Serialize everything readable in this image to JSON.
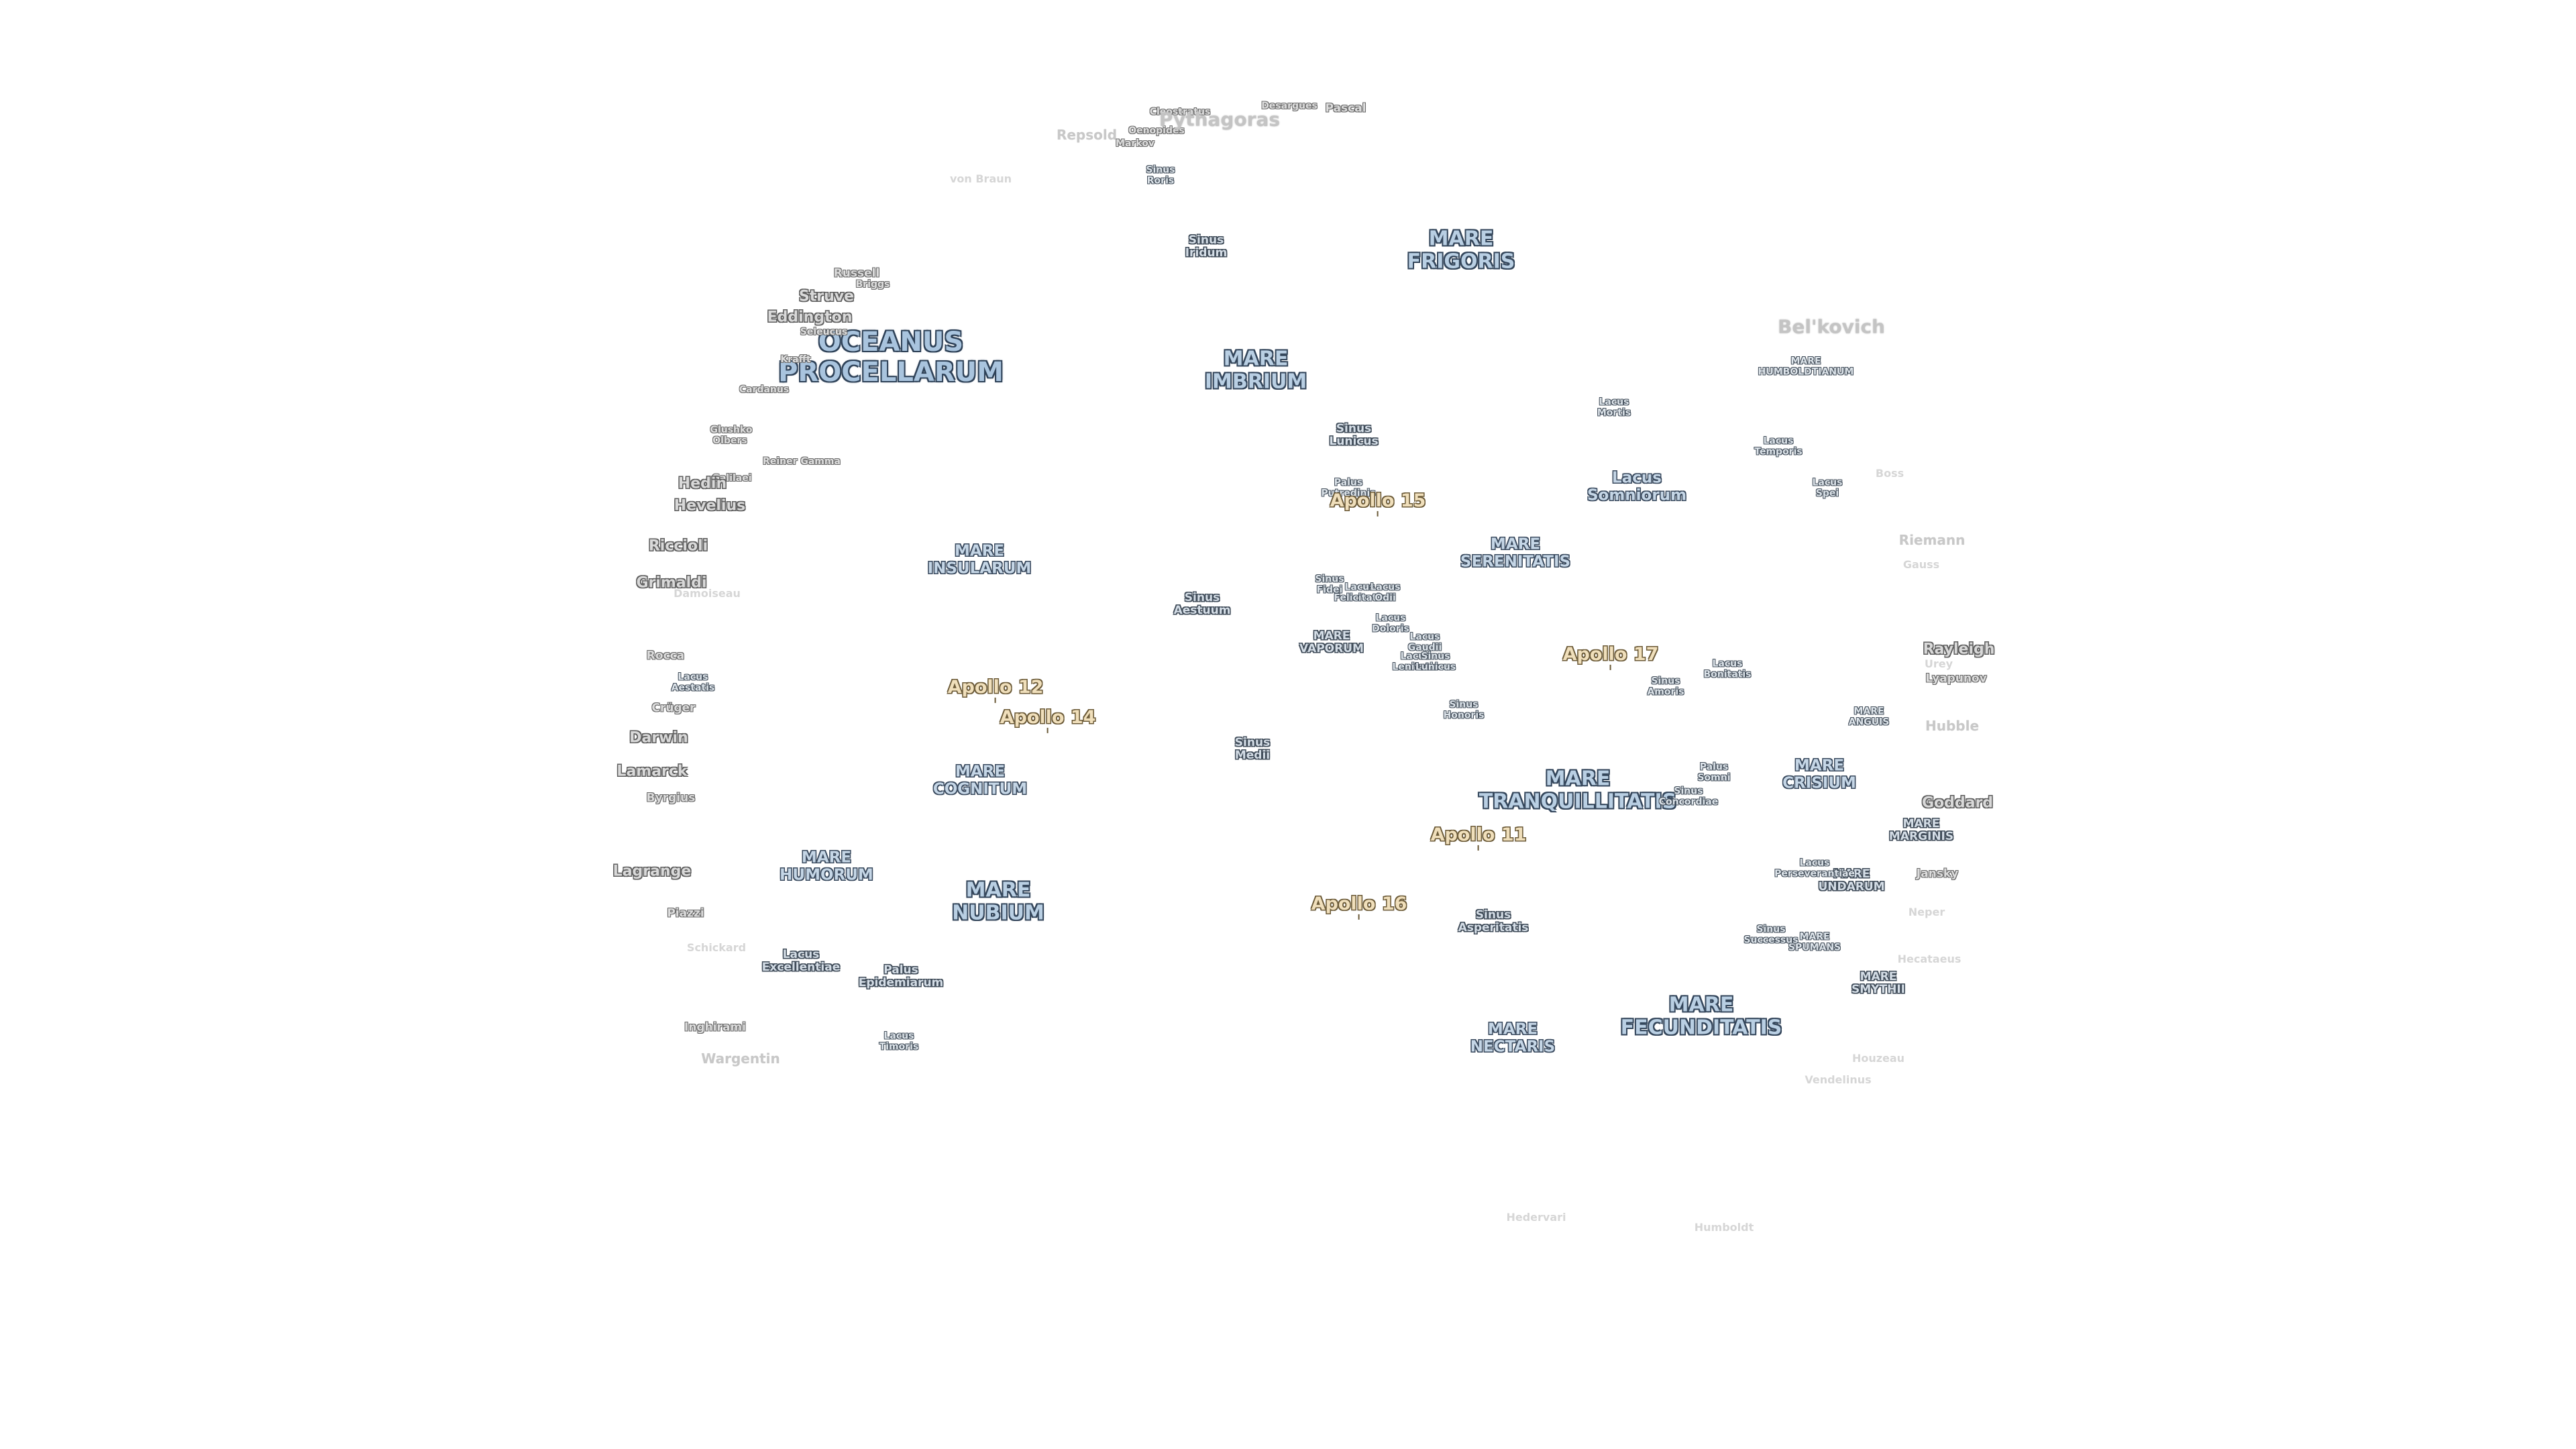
{
  "labels": [
    {
      "lines": [
        "OCEANUS",
        "PROCELLARUM"
      ],
      "cls": "mare-xl",
      "key": "mare-oceanus-procellarum"
    },
    {
      "lines": [
        "MARE",
        "FRIGORIS"
      ],
      "cls": "mare-lg",
      "key": "mare-frigoris"
    },
    {
      "lines": [
        "MARE",
        "IMBRIUM"
      ],
      "cls": "mare-lg",
      "key": "mare-imbrium"
    },
    {
      "lines": [
        "MARE",
        "SERENITATIS"
      ],
      "cls": "mare-md",
      "key": "mare-serenitatis"
    },
    {
      "lines": [
        "MARE",
        "TRANQUILLITATIS"
      ],
      "cls": "mare-lg",
      "key": "mare-tranquillitatis"
    },
    {
      "lines": [
        "MARE",
        "FECUNDITATIS"
      ],
      "cls": "mare-lg",
      "key": "mare-fecunditatis"
    },
    {
      "lines": [
        "MARE",
        "NUBIUM"
      ],
      "cls": "mare-lg",
      "key": "mare-nubium"
    },
    {
      "lines": [
        "MARE",
        "INSULARUM"
      ],
      "cls": "mare-md",
      "key": "mare-insularum"
    },
    {
      "lines": [
        "MARE",
        "COGNITUM"
      ],
      "cls": "mare-md",
      "key": "mare-cognitum"
    },
    {
      "lines": [
        "MARE",
        "HUMORUM"
      ],
      "cls": "mare-md",
      "key": "mare-humorum"
    },
    {
      "lines": [
        "MARE",
        "CRISIUM"
      ],
      "cls": "mare-md",
      "key": "mare-crisium"
    },
    {
      "lines": [
        "MARE",
        "NECTARIS"
      ],
      "cls": "mare-md",
      "key": "mare-nectaris"
    },
    {
      "lines": [
        "MARE",
        "MARGINIS"
      ],
      "cls": "feat",
      "key": "mare-marginis"
    },
    {
      "lines": [
        "MARE",
        "UNDARUM"
      ],
      "cls": "feat",
      "key": "mare-undarum"
    },
    {
      "lines": [
        "MARE",
        "SMYTHII"
      ],
      "cls": "feat",
      "key": "mare-smythii"
    },
    {
      "lines": [
        "MARE",
        "SPUMANS"
      ],
      "cls": "feat-sm",
      "key": "mare-spumans"
    },
    {
      "lines": [
        "MARE",
        "ANGUIS"
      ],
      "cls": "feat-sm",
      "key": "mare-anguis"
    },
    {
      "lines": [
        "MARE",
        "HUMBOLDTIANUM"
      ],
      "cls": "feat-sm",
      "key": "mare-humboldtianum"
    },
    {
      "lines": [
        "MARE",
        "VAPORUM"
      ],
      "cls": "feat",
      "key": "mare-vaporum"
    },
    {
      "lines": [
        "Lacus",
        "Somniorum"
      ],
      "cls": "mare-md",
      "key": "lacus-somniorum"
    },
    {
      "lines": [
        "Lacus",
        "Mortis"
      ],
      "cls": "feat-sm",
      "key": "lacus-mortis"
    },
    {
      "lines": [
        "Lacus",
        "Temporis"
      ],
      "cls": "feat-sm",
      "key": "lacus-temporis"
    },
    {
      "lines": [
        "Lacus",
        "Spei"
      ],
      "cls": "feat-sm",
      "key": "lacus-spei"
    },
    {
      "lines": [
        "Lacus",
        "Bonitatis"
      ],
      "cls": "feat-sm",
      "key": "lacus-bonitatis"
    },
    {
      "lines": [
        "Lacus",
        "Doloris"
      ],
      "cls": "feat-sm",
      "key": "lacus-doloris"
    },
    {
      "lines": [
        "Lacus",
        "Gaudii"
      ],
      "cls": "feat-sm",
      "key": "lacus-gaudii"
    },
    {
      "lines": [
        "Lacus",
        "Lenitatis"
      ],
      "cls": "feat-sm",
      "key": "lacus-lenitatis"
    },
    {
      "lines": [
        "Lacus",
        "Felicitatis"
      ],
      "cls": "feat-sm",
      "key": "lacus-felicitatis"
    },
    {
      "lines": [
        "Lacus",
        "Odii"
      ],
      "cls": "feat-sm",
      "key": "lacus-odii"
    },
    {
      "lines": [
        "Lacus",
        "Aestatis"
      ],
      "cls": "feat-sm",
      "key": "lacus-aestatis"
    },
    {
      "lines": [
        "Lacus",
        "Excellentiae"
      ],
      "cls": "feat",
      "key": "lacus-excellentiae"
    },
    {
      "lines": [
        "Lacus",
        "Timoris"
      ],
      "cls": "feat-sm",
      "key": "lacus-timoris"
    },
    {
      "lines": [
        "Lacus",
        "Perseverantiae"
      ],
      "cls": "feat-sm",
      "key": "lacus-perseverantiae"
    },
    {
      "lines": [
        "Sinus",
        "Roris"
      ],
      "cls": "feat-sm",
      "key": "sinus-roris"
    },
    {
      "lines": [
        "Sinus",
        "Iridum"
      ],
      "cls": "feat",
      "key": "sinus-iridum"
    },
    {
      "lines": [
        "Sinus",
        "Lunicus"
      ],
      "cls": "feat",
      "key": "sinus-lunicus"
    },
    {
      "lines": [
        "Sinus",
        "Aestuum"
      ],
      "cls": "feat",
      "key": "sinus-aestuum"
    },
    {
      "lines": [
        "Sinus",
        "Fidei"
      ],
      "cls": "feat-sm",
      "key": "sinus-fidei"
    },
    {
      "lines": [
        "Sinus",
        "Medii"
      ],
      "cls": "feat",
      "key": "sinus-medii"
    },
    {
      "lines": [
        "Sinus",
        "Honoris"
      ],
      "cls": "feat-sm",
      "key": "sinus-honoris"
    },
    {
      "lines": [
        "Sinus",
        "Amoris"
      ],
      "cls": "feat-sm",
      "key": "sinus-amoris"
    },
    {
      "lines": [
        "Sinus",
        "Concordiae"
      ],
      "cls": "feat-sm",
      "key": "sinus-concordiae"
    },
    {
      "lines": [
        "Sinus",
        "Asperitatis"
      ],
      "cls": "feat",
      "key": "sinus-asperitatis"
    },
    {
      "lines": [
        "Sinus",
        "Successus"
      ],
      "cls": "feat-sm",
      "key": "sinus-successus"
    },
    {
      "lines": [
        "Sinus",
        "Lunicus"
      ],
      "cls": "feat-sm",
      "key": "sinus-lunicus-2"
    },
    {
      "lines": [
        "Palus",
        "Putredinis"
      ],
      "cls": "feat-sm",
      "key": "palus-putredinis"
    },
    {
      "lines": [
        "Palus",
        "Somni"
      ],
      "cls": "feat-sm",
      "key": "palus-somni"
    },
    {
      "lines": [
        "Palus",
        "Epidemiarum"
      ],
      "cls": "feat",
      "key": "palus-epidemiarum"
    },
    {
      "lines": [
        "Struve"
      ],
      "cls": "crater",
      "key": "crater-struve"
    },
    {
      "lines": [
        "Russell"
      ],
      "cls": "crater-sm",
      "key": "crater-russell"
    },
    {
      "lines": [
        "Briggs"
      ],
      "cls": "crater-xs",
      "key": "crater-briggs"
    },
    {
      "lines": [
        "Eddington"
      ],
      "cls": "crater",
      "key": "crater-eddington"
    },
    {
      "lines": [
        "Seleucus"
      ],
      "cls": "crater-xs",
      "key": "crater-seleucus"
    },
    {
      "lines": [
        "Krafft"
      ],
      "cls": "crater-xs",
      "key": "crater-krafft"
    },
    {
      "lines": [
        "Cardanus"
      ],
      "cls": "crater-xs",
      "key": "crater-cardanus"
    },
    {
      "lines": [
        "Olbers"
      ],
      "cls": "crater-xs",
      "key": "crater-olbers"
    },
    {
      "lines": [
        "Glushko"
      ],
      "cls": "crater-xs",
      "key": "crater-glushko"
    },
    {
      "lines": [
        "Reiner Gamma"
      ],
      "cls": "crater-xs",
      "key": "reiner-gamma"
    },
    {
      "lines": [
        "Galilaei"
      ],
      "cls": "crater-xs",
      "key": "crater-galilaei"
    },
    {
      "lines": [
        "Hedin"
      ],
      "cls": "crater",
      "key": "crater-hedin"
    },
    {
      "lines": [
        "Hevelius"
      ],
      "cls": "crater",
      "key": "crater-hevelius"
    },
    {
      "lines": [
        "Riccioli"
      ],
      "cls": "crater",
      "key": "crater-riccioli"
    },
    {
      "lines": [
        "Grimaldi"
      ],
      "cls": "crater",
      "key": "crater-grimaldi"
    },
    {
      "lines": [
        "Damoiseau"
      ],
      "cls": "faint-sm",
      "key": "crater-damoiseau"
    },
    {
      "lines": [
        "Rocca"
      ],
      "cls": "crater-sm",
      "key": "crater-rocca"
    },
    {
      "lines": [
        "Crüger"
      ],
      "cls": "crater-sm",
      "key": "crater-cruger"
    },
    {
      "lines": [
        "Darwin"
      ],
      "cls": "crater",
      "key": "crater-darwin"
    },
    {
      "lines": [
        "Lamarck"
      ],
      "cls": "crater",
      "key": "crater-lamarck"
    },
    {
      "lines": [
        "Byrgius"
      ],
      "cls": "crater-sm",
      "key": "crater-byrgius"
    },
    {
      "lines": [
        "Lagrange"
      ],
      "cls": "crater",
      "key": "crater-lagrange"
    },
    {
      "lines": [
        "Piazzi"
      ],
      "cls": "crater-sm",
      "key": "crater-piazzi"
    },
    {
      "lines": [
        "Inghirami"
      ],
      "cls": "crater-sm",
      "key": "crater-inghirami"
    },
    {
      "lines": [
        "Wargentin"
      ],
      "cls": "faint",
      "key": "crater-wargentin"
    },
    {
      "lines": [
        "Schickard"
      ],
      "cls": "faint-sm",
      "key": "crater-schickard"
    },
    {
      "lines": [
        "von Braun"
      ],
      "cls": "faint-sm",
      "key": "crater-von-braun"
    },
    {
      "lines": [
        "Repsold"
      ],
      "cls": "faint",
      "key": "crater-repsold"
    },
    {
      "lines": [
        "Cleostratus"
      ],
      "cls": "crater-xs",
      "key": "crater-cleostratus"
    },
    {
      "lines": [
        "Oenopides"
      ],
      "cls": "crater-xs",
      "key": "crater-oenopides"
    },
    {
      "lines": [
        "Markov"
      ],
      "cls": "crater-xs",
      "key": "crater-markov"
    },
    {
      "lines": [
        "Pythagoras"
      ],
      "cls": "faint-lg",
      "key": "crater-pythagoras"
    },
    {
      "lines": [
        "Desargues"
      ],
      "cls": "crater-xs",
      "key": "crater-desargues"
    },
    {
      "lines": [
        "Pascal"
      ],
      "cls": "crater-sm",
      "key": "crater-pascal"
    },
    {
      "lines": [
        "Bel'kovich"
      ],
      "cls": "faint-lg",
      "key": "crater-belkovich"
    },
    {
      "lines": [
        "Boss"
      ],
      "cls": "faint-sm",
      "key": "crater-boss"
    },
    {
      "lines": [
        "Riemann"
      ],
      "cls": "faint",
      "key": "crater-riemann"
    },
    {
      "lines": [
        "Gauss"
      ],
      "cls": "faint-sm",
      "key": "crater-gauss"
    },
    {
      "lines": [
        "Rayleigh"
      ],
      "cls": "crater",
      "key": "crater-rayleigh"
    },
    {
      "lines": [
        "Urey"
      ],
      "cls": "faint-sm",
      "key": "crater-urey"
    },
    {
      "lines": [
        "Lyapunov"
      ],
      "cls": "crater-sm",
      "key": "crater-lyapunov"
    },
    {
      "lines": [
        "Hubble"
      ],
      "cls": "faint",
      "key": "crater-hubble"
    },
    {
      "lines": [
        "Goddard"
      ],
      "cls": "crater",
      "key": "crater-goddard"
    },
    {
      "lines": [
        "Jansky"
      ],
      "cls": "crater-sm",
      "key": "crater-jansky"
    },
    {
      "lines": [
        "Neper"
      ],
      "cls": "faint-sm",
      "key": "crater-neper"
    },
    {
      "lines": [
        "Hecataeus"
      ],
      "cls": "faint-sm",
      "key": "crater-hecataeus"
    },
    {
      "lines": [
        "Houzeau"
      ],
      "cls": "faint-sm",
      "key": "crater-houzeau"
    },
    {
      "lines": [
        "Vendelinus"
      ],
      "cls": "faint-sm",
      "key": "crater-vendelinus"
    },
    {
      "lines": [
        "Humboldt"
      ],
      "cls": "faint-sm",
      "key": "crater-humboldt"
    },
    {
      "lines": [
        "Hedervari"
      ],
      "cls": "faint-sm",
      "key": "crater-hedervari"
    },
    {
      "lines": [
        "Apollo 11"
      ],
      "cls": "apollo",
      "key": "apollo-11"
    },
    {
      "lines": [
        "Apollo 12"
      ],
      "cls": "apollo",
      "key": "apollo-12"
    },
    {
      "lines": [
        "Apollo 14"
      ],
      "cls": "apollo",
      "key": "apollo-14"
    },
    {
      "lines": [
        "Apollo 15"
      ],
      "cls": "apollo",
      "key": "apollo-15"
    },
    {
      "lines": [
        "Apollo 16"
      ],
      "cls": "apollo",
      "key": "apollo-16"
    },
    {
      "lines": [
        "Apollo 17"
      ],
      "cls": "apollo",
      "key": "apollo-17"
    }
  ]
}
